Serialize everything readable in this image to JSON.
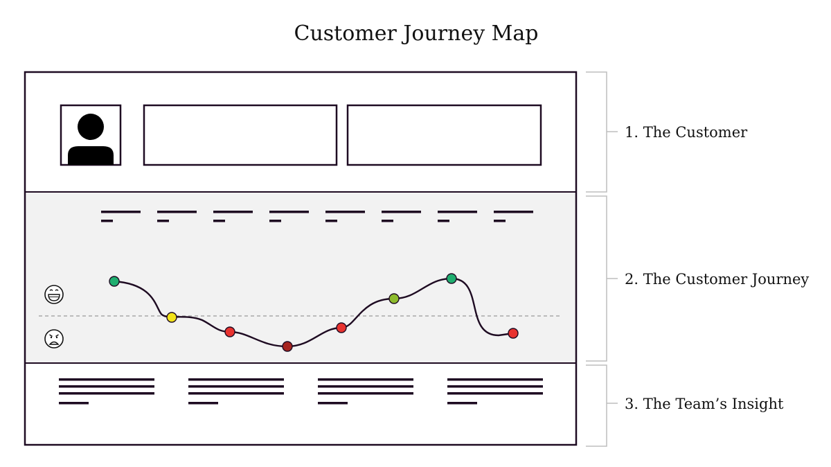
{
  "title": "Customer Journey Map",
  "sections": [
    {
      "label": "1. The Customer"
    },
    {
      "label": "2. The Customer Journey"
    },
    {
      "label": "3. The Team’s Insight"
    }
  ],
  "journey": {
    "mood_scale": {
      "happy": "happy-face-icon",
      "sad": "sad-face-icon"
    },
    "steps": [
      {
        "mood": "positive",
        "color": "#1fae6f"
      },
      {
        "mood": "neutral",
        "color": "#f2e31a"
      },
      {
        "mood": "negative",
        "color": "#e8322f"
      },
      {
        "mood": "very-negative",
        "color": "#a6241f"
      },
      {
        "mood": "negative",
        "color": "#e8322f"
      },
      {
        "mood": "positive",
        "color": "#8dbb2d"
      },
      {
        "mood": "very-positive",
        "color": "#1fae6f"
      },
      {
        "mood": "negative",
        "color": "#e8322f"
      }
    ],
    "stage_count": 8
  },
  "insight_columns": 4,
  "colors": {
    "outline": "#1e0b22",
    "journey_background": "#f2f2f2",
    "bracket": "#bdbdbd",
    "baseline": "#999999"
  }
}
